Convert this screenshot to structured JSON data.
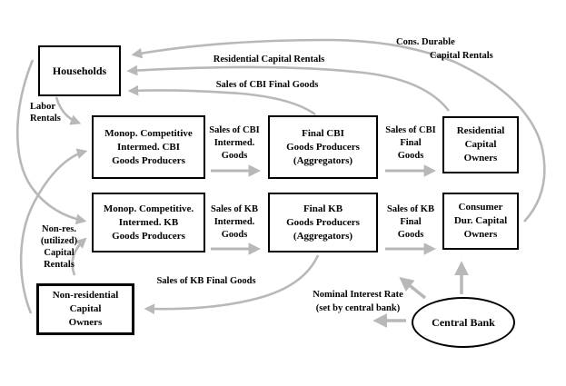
{
  "colors": {
    "arrow": "#b8b8b8",
    "border": "#000000",
    "background": "#ffffff"
  },
  "nodes": {
    "households": {
      "lines": [
        "Households"
      ]
    },
    "monop_cbi": {
      "lines": [
        "Monop. Competitive",
        "Intermed. CBI",
        "Goods Producers"
      ]
    },
    "final_cbi": {
      "lines": [
        "Final CBI",
        "Goods Producers",
        "(Aggregators)"
      ]
    },
    "res_cap": {
      "lines": [
        "Residential",
        "Capital",
        "Owners"
      ]
    },
    "monop_kb": {
      "lines": [
        "Monop. Competitive.",
        "Intermed. KB",
        "Goods Producers"
      ]
    },
    "final_kb": {
      "lines": [
        "Final KB",
        "Goods Producers",
        "(Aggregators)"
      ]
    },
    "cons_dur": {
      "lines": [
        "Consumer",
        "Dur. Capital",
        "Owners"
      ]
    },
    "nonres": {
      "lines": [
        "Non-residential",
        "Capital",
        "Owners"
      ]
    },
    "central_bank": {
      "lines": [
        "Central Bank"
      ]
    }
  },
  "labels": {
    "cons_durable": {
      "lines": [
        "Cons. Durable",
        "Capital Rentals"
      ]
    },
    "residential_rentals": "Residential Capital Rentals",
    "sales_cbi_final_top": "Sales of CBI Final Goods",
    "labor": {
      "lines": [
        "Labor",
        "Rentals"
      ]
    },
    "sales_cbi_intermed": {
      "lines": [
        "Sales of CBI",
        "Intermed.",
        "Goods"
      ]
    },
    "sales_cbi_final": {
      "lines": [
        "Sales of CBI",
        "Final",
        "Goods"
      ]
    },
    "sales_kb_intermed": {
      "lines": [
        "Sales of KB",
        "Intermed.",
        "Goods"
      ]
    },
    "sales_kb_final": {
      "lines": [
        "Sales of KB",
        "Final",
        "Goods"
      ]
    },
    "nonres_rentals": {
      "lines": [
        "Non-res.",
        "(utilized)",
        "Capital",
        "Rentals"
      ]
    },
    "sales_kb_final_bottom": "Sales of KB Final Goods",
    "nominal_rate": {
      "lines": [
        "Nominal Interest Rate",
        "(set by central bank)"
      ]
    }
  }
}
